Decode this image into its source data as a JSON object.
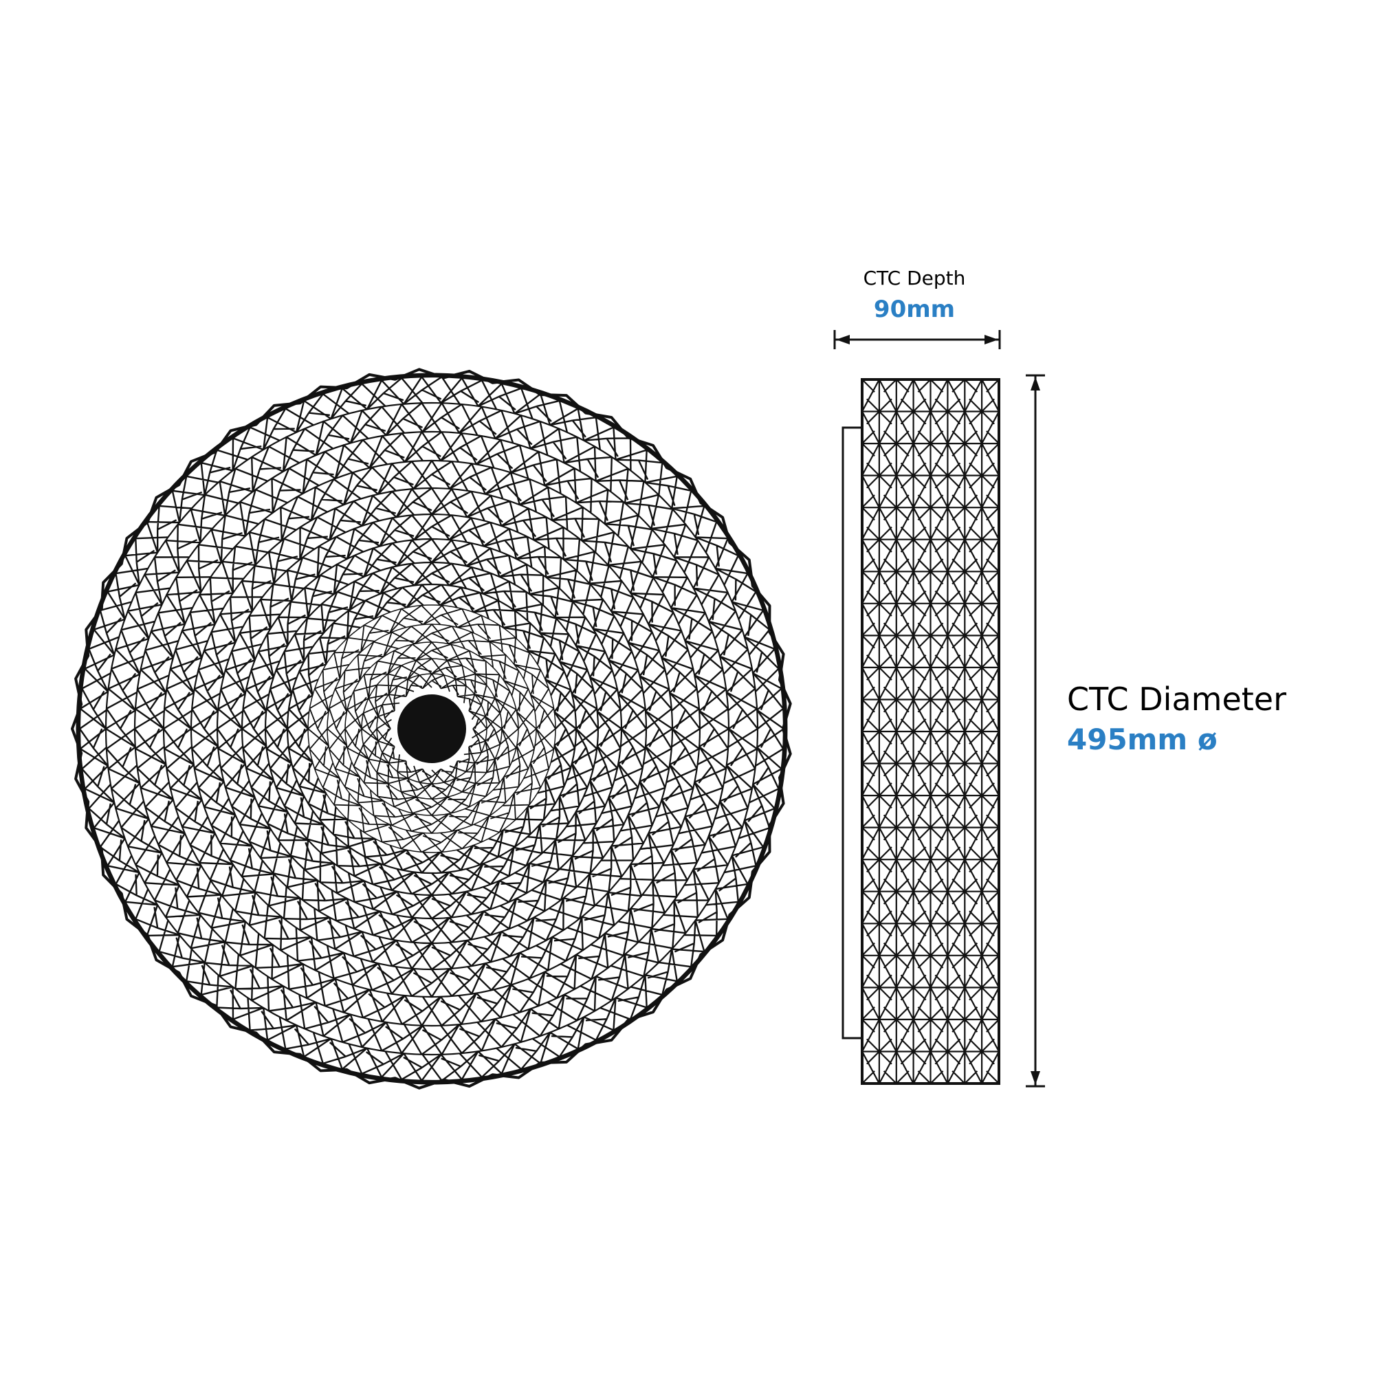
{
  "depth": {
    "label": "CTC Depth",
    "value": "90mm"
  },
  "diameter": {
    "label": "CTC Diameter",
    "value": "495mm ø"
  },
  "colors": {
    "accent": "#2a7fc4",
    "line": "#111111",
    "background": "#ffffff"
  }
}
